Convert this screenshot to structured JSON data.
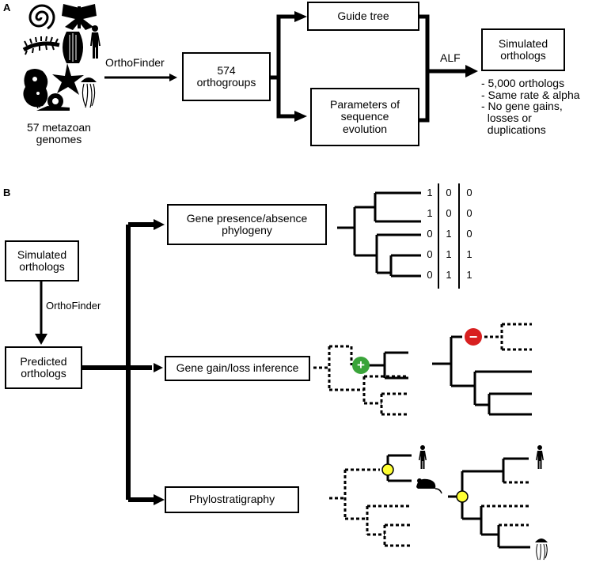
{
  "panel_a": {
    "label": "A",
    "genomes_label": "57 metazoan\ngenomes",
    "orthofinder_label": "OrthoFinder",
    "orthogroups_box": "574\northogroups",
    "guide_tree_box": "Guide tree",
    "parameters_box": "Parameters of\nsequence\nevolution",
    "alf_label": "ALF",
    "simulated_box": "Simulated\northologs",
    "bullets": [
      "- 5,000 orthologs",
      "- Same rate & alpha",
      "- No gene gains,",
      "  losses or",
      "  duplications"
    ]
  },
  "panel_b": {
    "label": "B",
    "simulated_box": "Simulated\northologs",
    "orthofinder_label": "OrthoFinder",
    "predicted_box": "Predicted\northologs",
    "methods": [
      {
        "label": "Gene presence/absence\nphylogeny"
      },
      {
        "label": "Gene gain/loss inference"
      },
      {
        "label": "Phylostratigraphy"
      }
    ],
    "matrix": {
      "col1": [
        "1",
        "1",
        "0",
        "0",
        "0"
      ],
      "col2": [
        "0",
        "0",
        "1",
        "1",
        "1"
      ],
      "col3": [
        "0",
        "0",
        "0",
        "1",
        "1"
      ]
    },
    "gain_symbol": "+",
    "loss_symbol": "−"
  },
  "colors": {
    "gain": "#3aa43a",
    "loss": "#d82020",
    "origin_node": "#ffff33",
    "ink": "#000000"
  },
  "icons": [
    "spiral-worm-icon",
    "moth-icon",
    "centipede-icon",
    "ctenophore-icon",
    "human-icon",
    "sponge-icon",
    "starfish-icon",
    "jellyfish-icon",
    "snail-icon",
    "mouse-icon"
  ]
}
